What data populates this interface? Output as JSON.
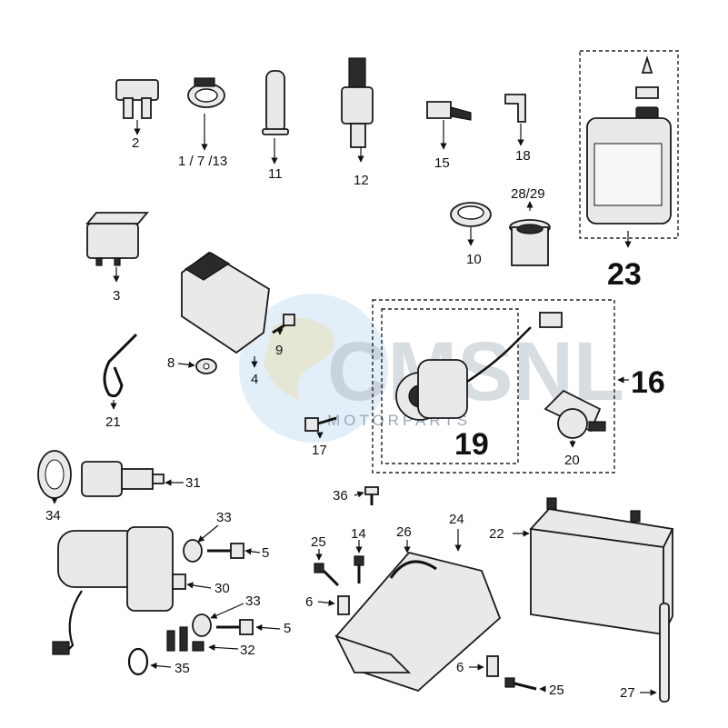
{
  "watermark": {
    "brand": "CMSNL",
    "sub": "MOTORPARTS"
  },
  "labels": {
    "p2": "2",
    "p1713": "1 / 7 /13",
    "p11": "11",
    "p12": "12",
    "p15": "15",
    "p18": "18",
    "p2829": "28/29",
    "p10": "10",
    "p23": "23",
    "p3": "3",
    "p4": "4",
    "p9": "9",
    "p8": "8",
    "p21": "21",
    "p16": "16",
    "p19": "19",
    "p20": "20",
    "p17": "17",
    "p31": "31",
    "p34": "34",
    "p33a": "33",
    "p5a": "5",
    "p30": "30",
    "p33b": "33",
    "p5b": "5",
    "p32": "32",
    "p35": "35",
    "p36": "36",
    "p25a": "25",
    "p14": "14",
    "p26": "26",
    "p24": "24",
    "p6a": "6",
    "p6b": "6",
    "p25b": "25",
    "p22": "22",
    "p27": "27"
  }
}
